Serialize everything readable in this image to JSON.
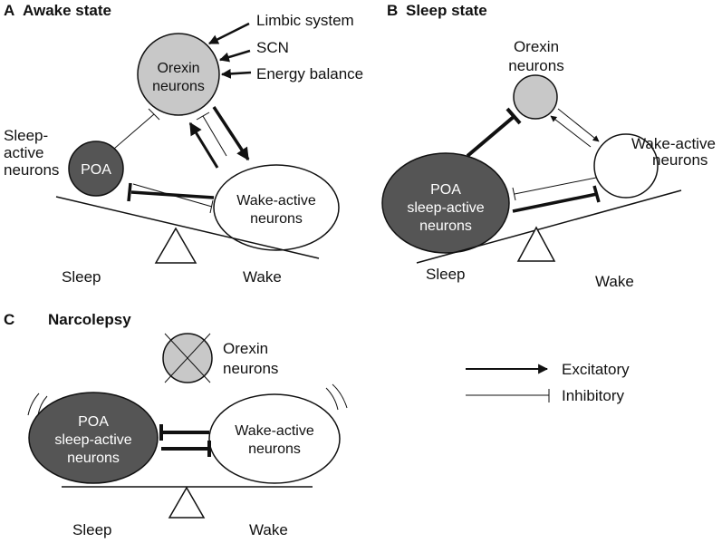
{
  "panel_a": {
    "letter": "A",
    "title": "Awake state",
    "orexin_line1": "Orexin",
    "orexin_line2": "neurons",
    "input_limbic": "Limbic system",
    "input_scn": "SCN",
    "input_energy": "Energy balance",
    "sleep_active_line1": "Sleep-",
    "sleep_active_line2": "active",
    "sleep_active_line3": "neurons",
    "poa": "POA",
    "wake_line1": "Wake-active",
    "wake_line2": "neurons",
    "sleep_label": "Sleep",
    "wake_label": "Wake"
  },
  "panel_b": {
    "letter": "B",
    "title": "Sleep state",
    "orexin_line1": "Orexin",
    "orexin_line2": "neurons",
    "wake_active_line1": "Wake-active",
    "wake_active_line2": "neurons",
    "poa_line1": "POA",
    "poa_line2": "sleep-active",
    "poa_line3": "neurons",
    "sleep_label": "Sleep",
    "wake_label": "Wake"
  },
  "panel_c": {
    "letter": "C",
    "title": "Narcolepsy",
    "orexin_line1": "Orexin",
    "orexin_line2": "neurons",
    "poa_line1": "POA",
    "poa_line2": "sleep-active",
    "poa_line3": "neurons",
    "wake_line1": "Wake-active",
    "wake_line2": "neurons",
    "sleep_label": "Sleep",
    "wake_label": "Wake"
  },
  "legend": {
    "excitatory": "Excitatory",
    "inhibitory": "Inhibitory"
  },
  "colors": {
    "orexin_fill": "#c8c8c8",
    "poa_fill": "#555555",
    "wake_fill": "#ffffff",
    "stroke": "#111111"
  }
}
